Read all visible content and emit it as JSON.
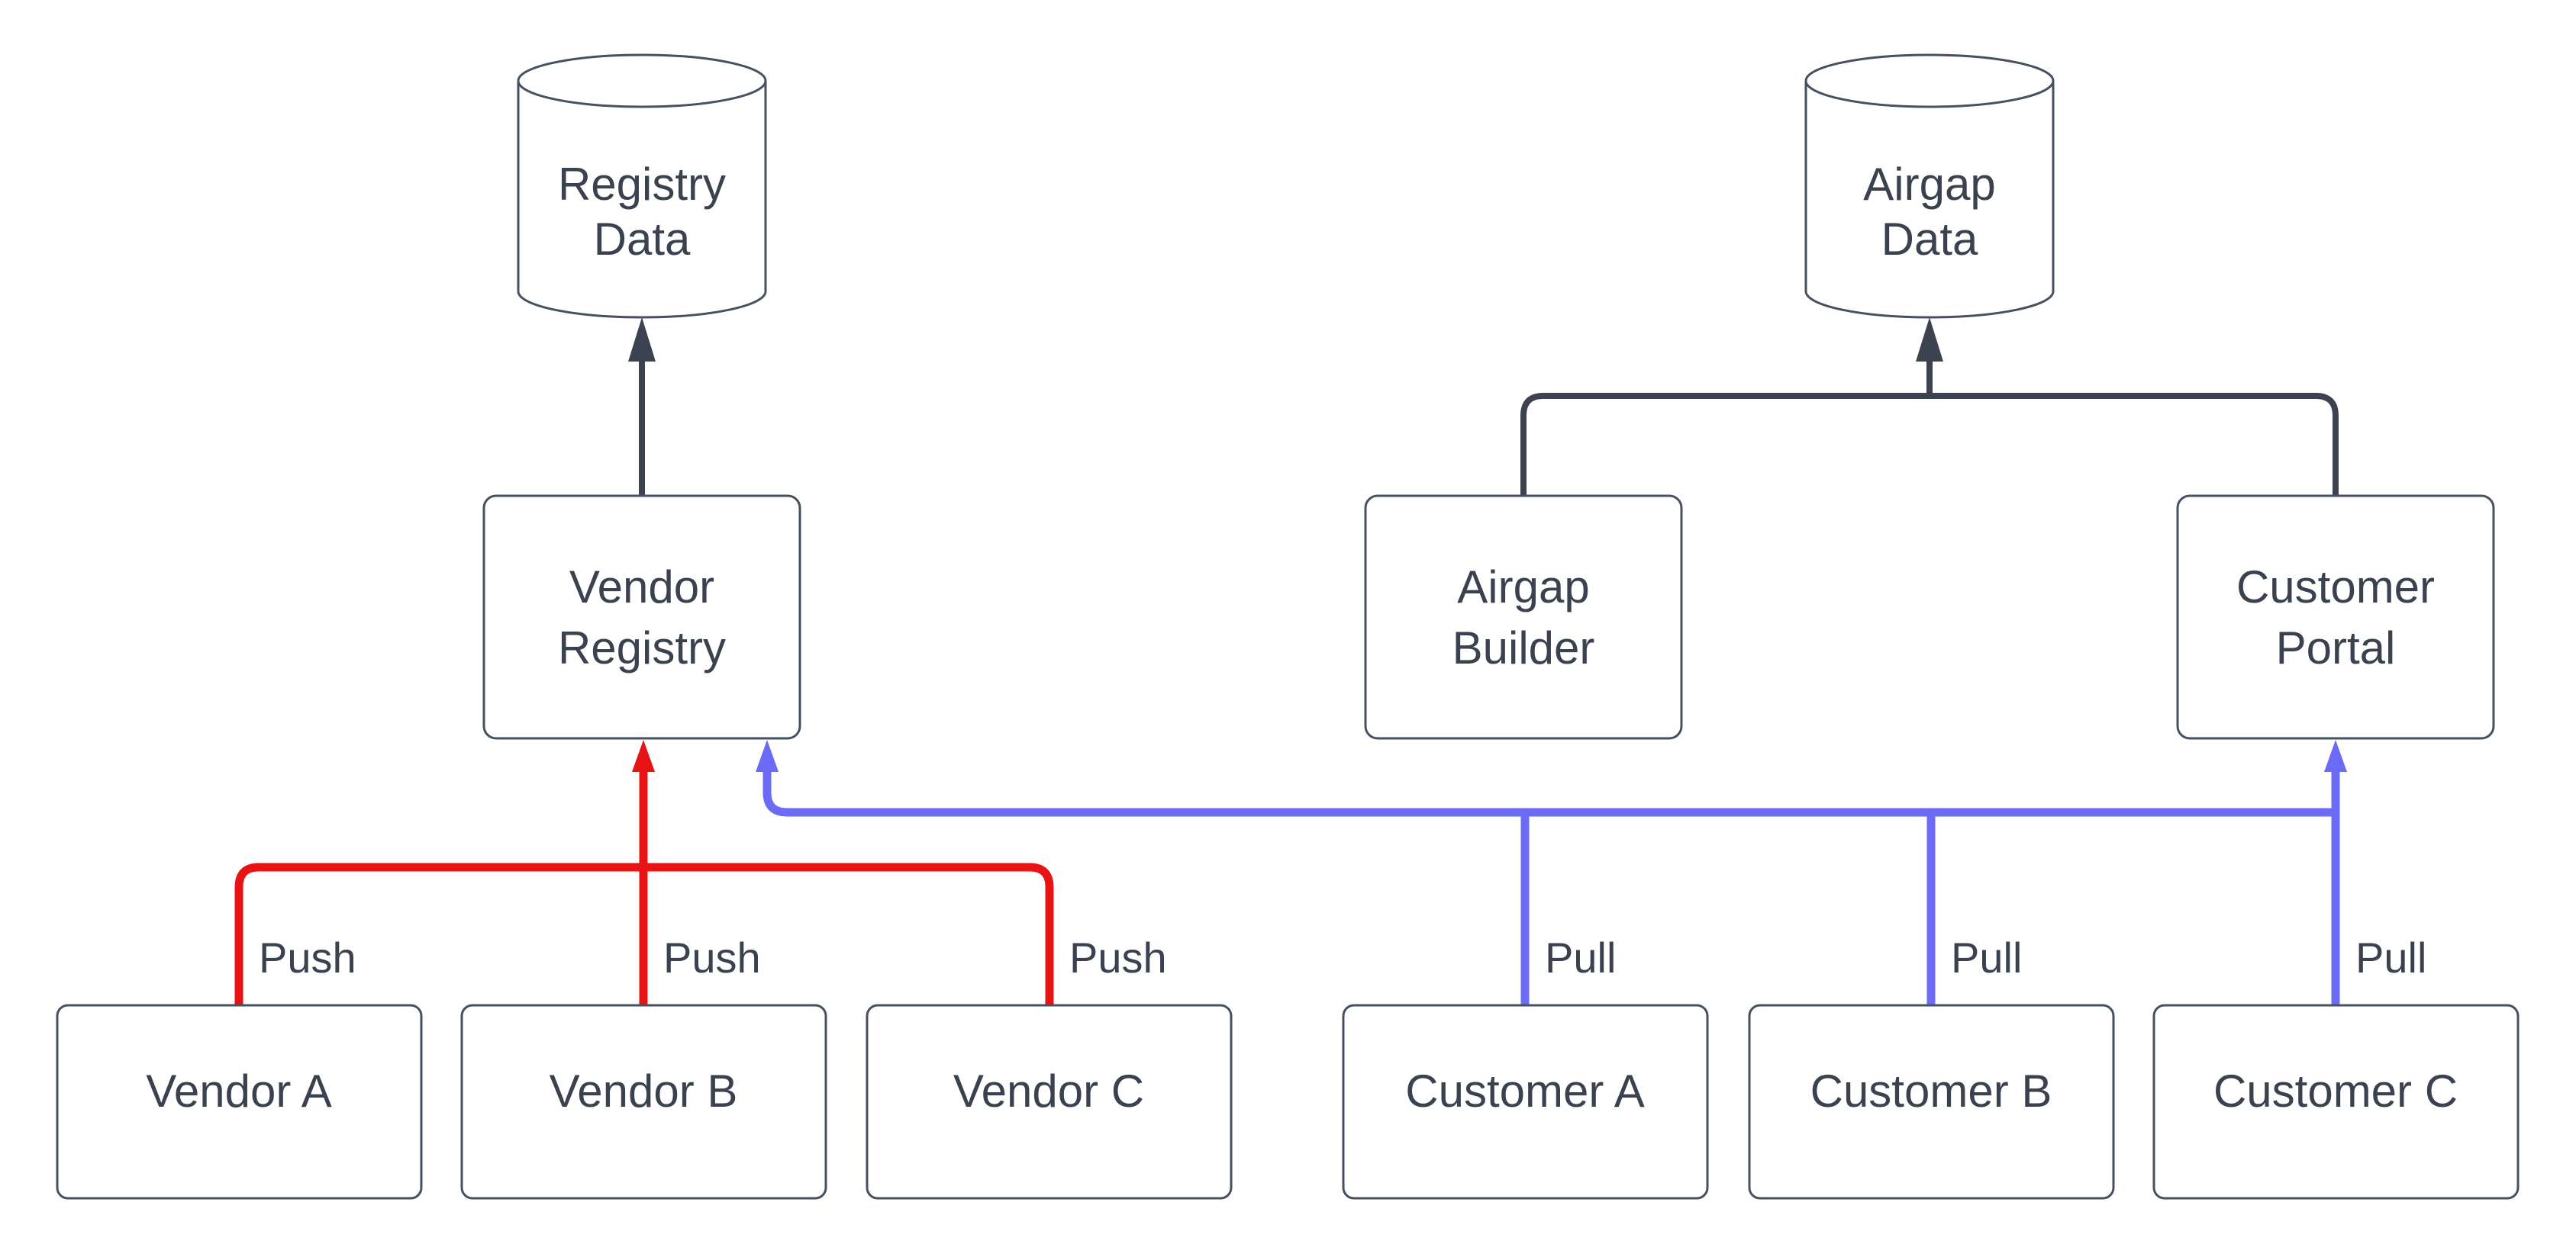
{
  "diagram": {
    "background": "#ffffff",
    "colors": {
      "node_border": "#475061",
      "node_fill": "#ffffff",
      "text": "#3a4250",
      "dark_edge": "#3c4350",
      "push_edge": "#e81414",
      "pull_edge": "#6b6bf5"
    },
    "datastores": [
      {
        "id": "registry-data",
        "label_line1": "Registry",
        "label_line2": "Data"
      },
      {
        "id": "airgap-data",
        "label_line1": "Airgap",
        "label_line2": "Data"
      }
    ],
    "services": [
      {
        "id": "vendor-registry",
        "label_line1": "Vendor",
        "label_line2": "Registry"
      },
      {
        "id": "airgap-builder",
        "label_line1": "Airgap",
        "label_line2": "Builder"
      },
      {
        "id": "customer-portal",
        "label_line1": "Customer",
        "label_line2": "Portal"
      }
    ],
    "actors": [
      {
        "id": "vendor-a",
        "label": "Vendor A"
      },
      {
        "id": "vendor-b",
        "label": "Vendor B"
      },
      {
        "id": "vendor-c",
        "label": "Vendor C"
      },
      {
        "id": "customer-a",
        "label": "Customer A"
      },
      {
        "id": "customer-b",
        "label": "Customer B"
      },
      {
        "id": "customer-c",
        "label": "Customer C"
      }
    ],
    "edge_labels": [
      {
        "id": "push-vendor-a",
        "label": "Push"
      },
      {
        "id": "push-vendor-b",
        "label": "Push"
      },
      {
        "id": "push-vendor-c",
        "label": "Push"
      },
      {
        "id": "pull-customer-a",
        "label": "Pull"
      },
      {
        "id": "pull-customer-b",
        "label": "Pull"
      },
      {
        "id": "pull-customer-c",
        "label": "Pull"
      }
    ]
  }
}
